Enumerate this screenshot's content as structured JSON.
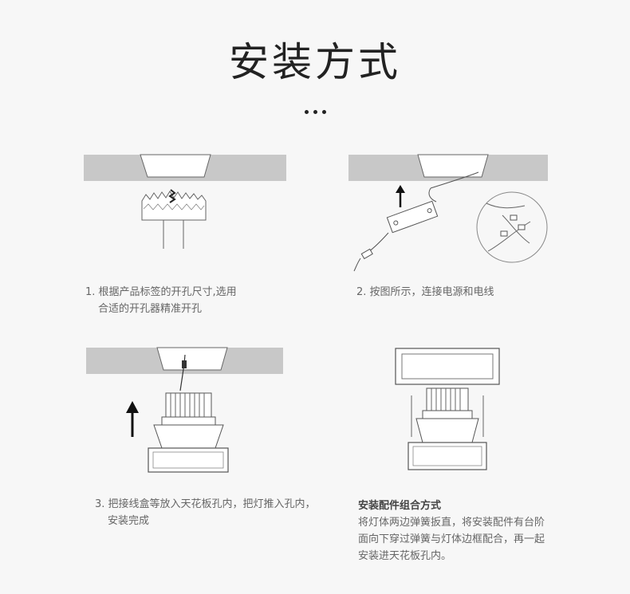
{
  "title": "安装方式",
  "steps": [
    {
      "line1": "1. 根据产品标签的开孔尺寸,选用",
      "line2": "合适的开孔器精准开孔"
    },
    {
      "line1": "2. 按图所示，连接电源和电线"
    },
    {
      "line1": "3. 把接线盒等放入天花板孔内，把灯推入孔内，",
      "line2": "安装完成"
    }
  ],
  "accessory": {
    "heading": "安装配件组合方式",
    "lines": [
      "将灯体两边弹簧扳直，将安装配件有台阶",
      "面向下穿过弹簧与灯体边框配合，再一起",
      "安装进天花板孔内。"
    ]
  },
  "colors": {
    "ceiling": "#c8c8c8",
    "line": "#555555",
    "arrow": "#111111"
  }
}
